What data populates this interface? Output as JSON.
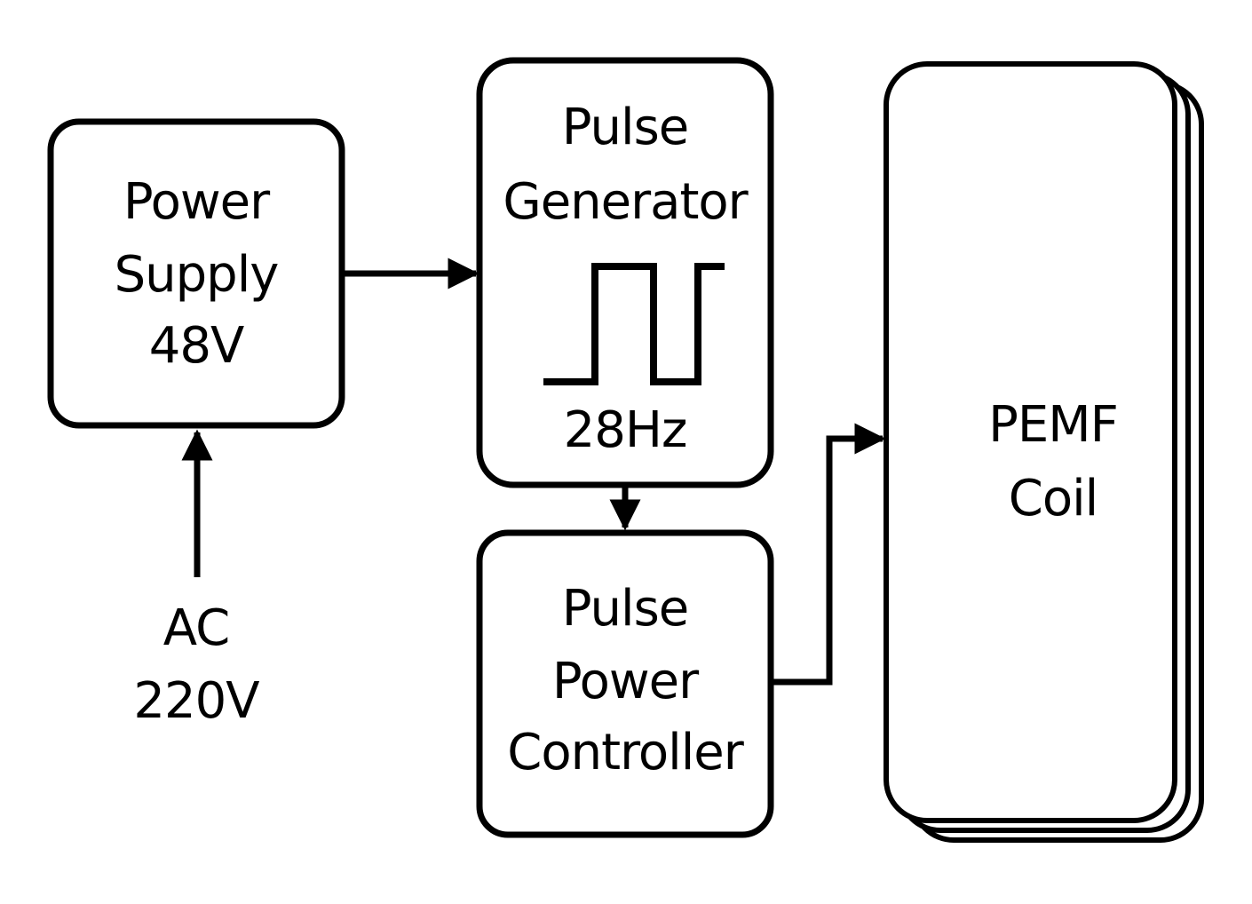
{
  "blocks": {
    "power_supply": {
      "line1": "Power",
      "line2": "Supply",
      "line3": "48V"
    },
    "pulse_generator": {
      "line1": "Pulse",
      "line2": "Generator",
      "frequency": "28Hz"
    },
    "pulse_power_controller": {
      "line1": "Pulse",
      "line2": "Power",
      "line3": "Controller"
    },
    "pemf_coil": {
      "line1": "PEMF",
      "line2": "Coil"
    }
  },
  "input": {
    "line1": "AC",
    "line2": "220V"
  },
  "colors": {
    "stroke": "#000000",
    "background": "#ffffff"
  }
}
